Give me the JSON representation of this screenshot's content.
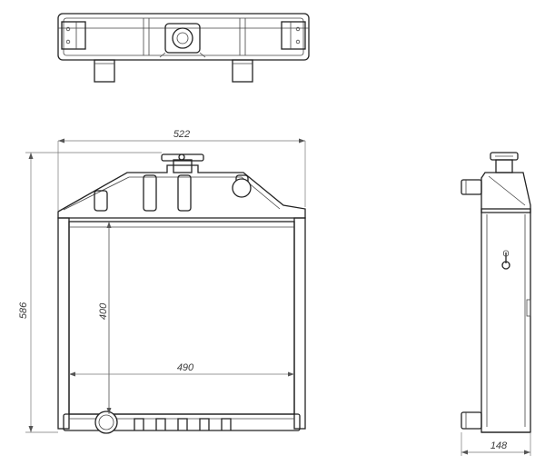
{
  "drawing": {
    "dimensions": {
      "overall_width": "522",
      "overall_height": "586",
      "core_height": "400",
      "core_width": "490",
      "depth": "148"
    }
  }
}
